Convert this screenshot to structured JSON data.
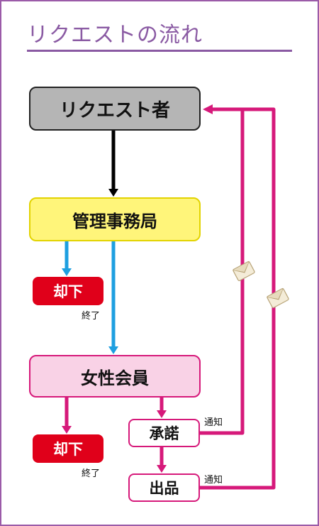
{
  "title": "リクエストの流れ",
  "nodes": {
    "requester": "リクエスト者",
    "office": "管理事務局",
    "female_member": "女性会員",
    "accept": "承諾",
    "listing": "出品",
    "reject_1": "却下",
    "reject_2": "却下"
  },
  "labels": {
    "end_1": "終了",
    "end_2": "終了",
    "notify_1": "通知",
    "notify_2": "通知"
  },
  "icons": {
    "envelope_1": "envelope-icon",
    "envelope_2": "envelope-icon"
  },
  "colors": {
    "frame": "#9b5ba8",
    "title": "#8a5aa3",
    "black_arrow": "#000000",
    "blue_arrow": "#1e9fe0",
    "pink_arrow": "#d6197a",
    "reject": "#e0001a",
    "requester_fill": "#b5b5b5",
    "office_fill": "#fff57a",
    "female_fill": "#f9d2e6"
  }
}
